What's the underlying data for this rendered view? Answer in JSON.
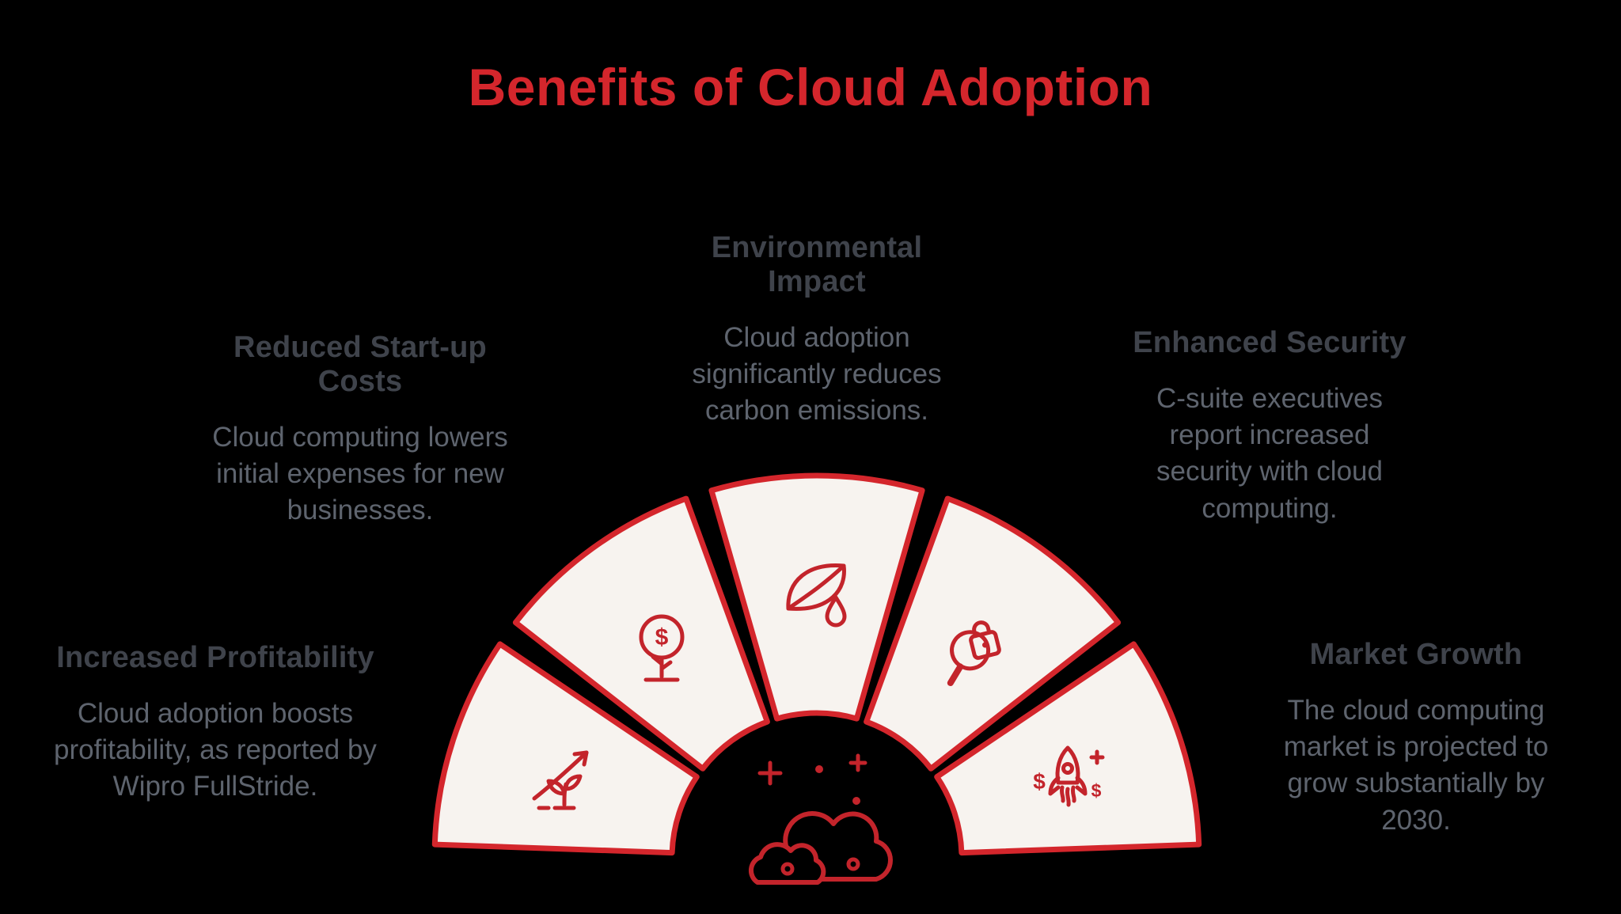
{
  "page": {
    "title": "Benefits of Cloud Adoption"
  },
  "colors": {
    "background": "#000000",
    "title_red": "#D4262C",
    "segment_stroke": "#D4262C",
    "segment_fill": "#F7F3EF",
    "icon_red": "#C3242B",
    "heading_text": "#3F434B",
    "body_text": "#5E646E"
  },
  "glyphs": {
    "dollar": "$"
  },
  "sections": [
    {
      "id": "reduced-startup-costs",
      "title": "Reduced Start-up Costs",
      "body": "Cloud computing lowers initial expenses for new businesses.",
      "icon": "money-tree-icon"
    },
    {
      "id": "environmental-impact",
      "title": "Environmental Impact",
      "body": "Cloud adoption significantly reduces carbon emissions.",
      "icon": "leaf-droplet-icon"
    },
    {
      "id": "enhanced-security",
      "title": "Enhanced Security",
      "body": "C-suite executives report increased security with cloud computing.",
      "icon": "lock-magnifier-icon"
    },
    {
      "id": "increased-profitability",
      "title": "Increased Profitability",
      "body": "Cloud adoption boosts profitability, as reported by Wipro FullStride.",
      "icon": "growth-sprout-icon"
    },
    {
      "id": "market-growth",
      "title": "Market Growth",
      "body": "The cloud computing market is projected to grow substantially by 2030.",
      "icon": "rocket-dollar-icon"
    }
  ]
}
